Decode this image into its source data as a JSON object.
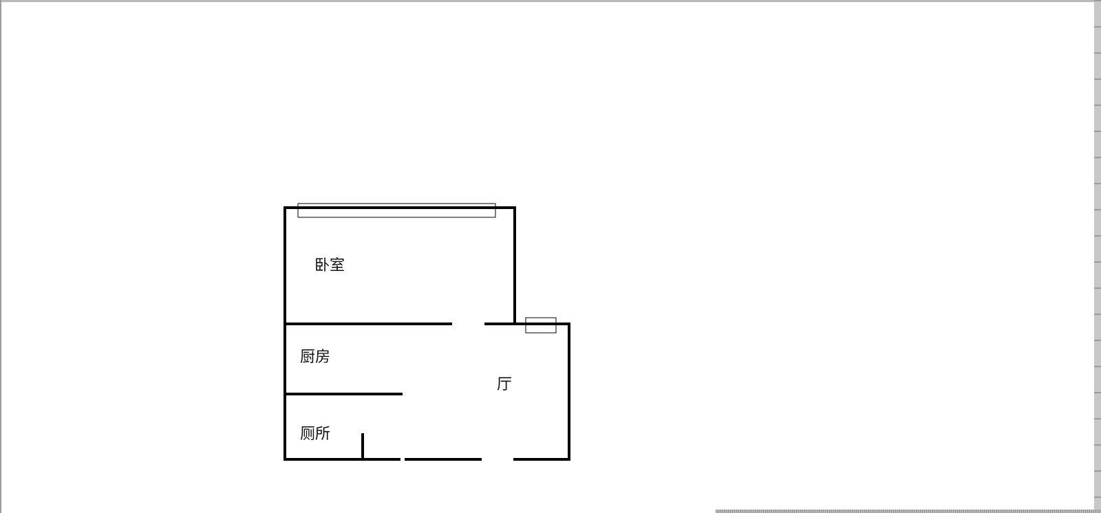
{
  "floor_plan": {
    "rooms": [
      {
        "id": "bedroom",
        "label": "卧室"
      },
      {
        "id": "kitchen",
        "label": "厨房"
      },
      {
        "id": "living",
        "label": "厅"
      },
      {
        "id": "toilet",
        "label": "厕所"
      }
    ],
    "wall_color": "#000000"
  }
}
